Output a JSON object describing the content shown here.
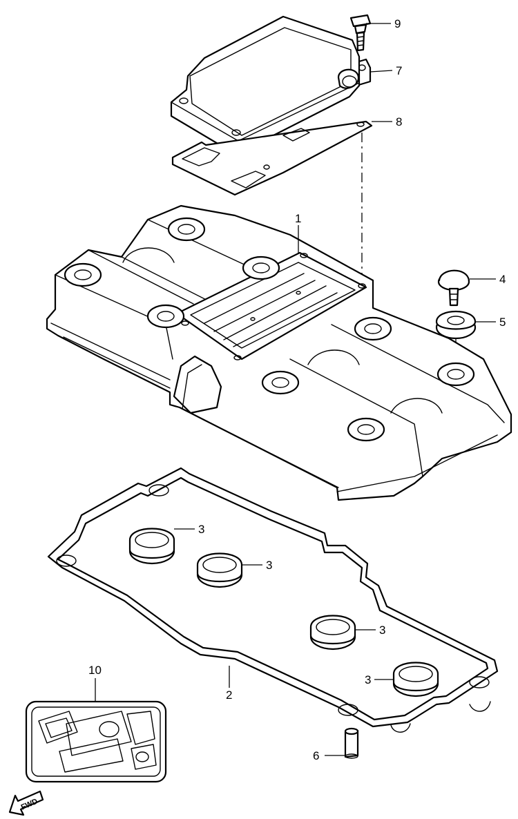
{
  "callouts": {
    "c1": "1",
    "c2": "2",
    "c3a": "3",
    "c3b": "3",
    "c3c": "3",
    "c3d": "3",
    "c4": "4",
    "c5": "5",
    "c6": "6",
    "c7": "7",
    "c8": "8",
    "c9": "9",
    "c10": "10"
  },
  "fwd_label": "FWD",
  "colors": {
    "line": "#000000",
    "background": "#ffffff"
  }
}
